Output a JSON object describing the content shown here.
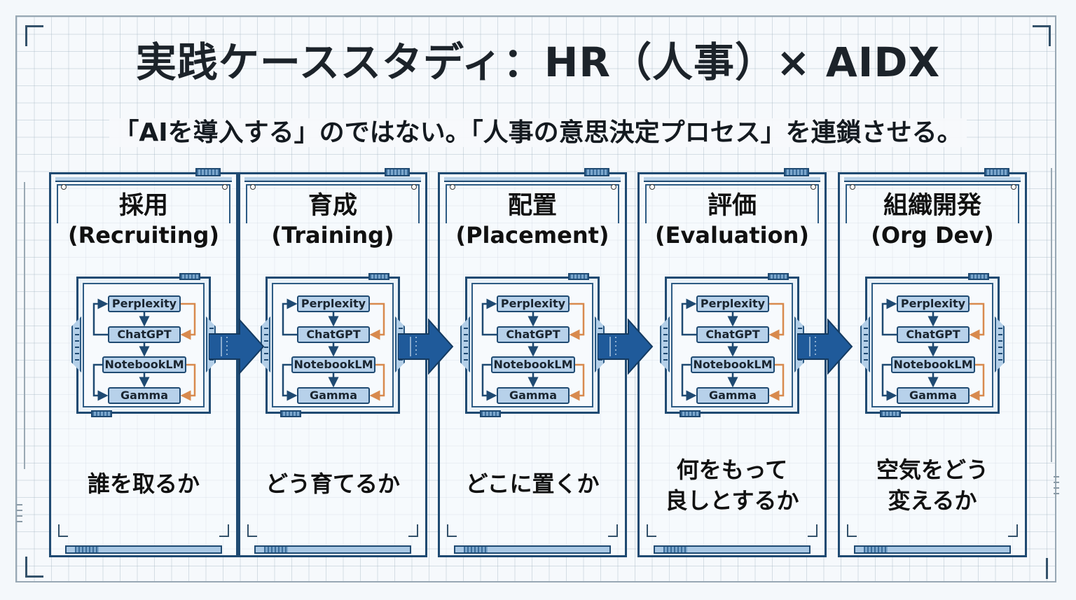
{
  "title": "実践ケーススタディ：HR（人事）× AIDX",
  "subtitle": "「AIを導入する」のではない。「人事の意思決定プロセス」を連鎖させる。",
  "colors": {
    "panel_border": "#1f4a72",
    "tool_fill": "#b7d1ea",
    "flow_arrow_blue": "#1f4a72",
    "feedback_arrow_orange": "#d88a4e",
    "big_arrow": "#1f5a9a",
    "background": "#f4f8fb"
  },
  "tool_chain": [
    "Perplexity",
    "ChatGPT",
    "NotebookLM",
    "Gamma"
  ],
  "stages": [
    {
      "name_ja": "採用",
      "name_en": "(Recruiting)",
      "question_lines": [
        "誰を取るか"
      ]
    },
    {
      "name_ja": "育成",
      "name_en": "(Training)",
      "question_lines": [
        "どう育てるか"
      ]
    },
    {
      "name_ja": "配置",
      "name_en": "(Placement)",
      "question_lines": [
        "どこに置くか"
      ]
    },
    {
      "name_ja": "評価",
      "name_en": "(Evaluation)",
      "question_lines": [
        "何をもって",
        "良しとするか"
      ]
    },
    {
      "name_ja": "組織開発",
      "name_en": "(Org Dev)",
      "question_lines": [
        "空気をどう",
        "変えるか"
      ]
    }
  ],
  "connectors": [
    {
      "from": "採用",
      "to": "育成",
      "icon": "right-arrow-icon"
    },
    {
      "from": "育成",
      "to": "配置",
      "icon": "right-arrow-icon"
    },
    {
      "from": "配置",
      "to": "評価",
      "icon": "right-arrow-icon"
    },
    {
      "from": "評価",
      "to": "組織開発",
      "icon": "right-arrow-icon"
    }
  ]
}
